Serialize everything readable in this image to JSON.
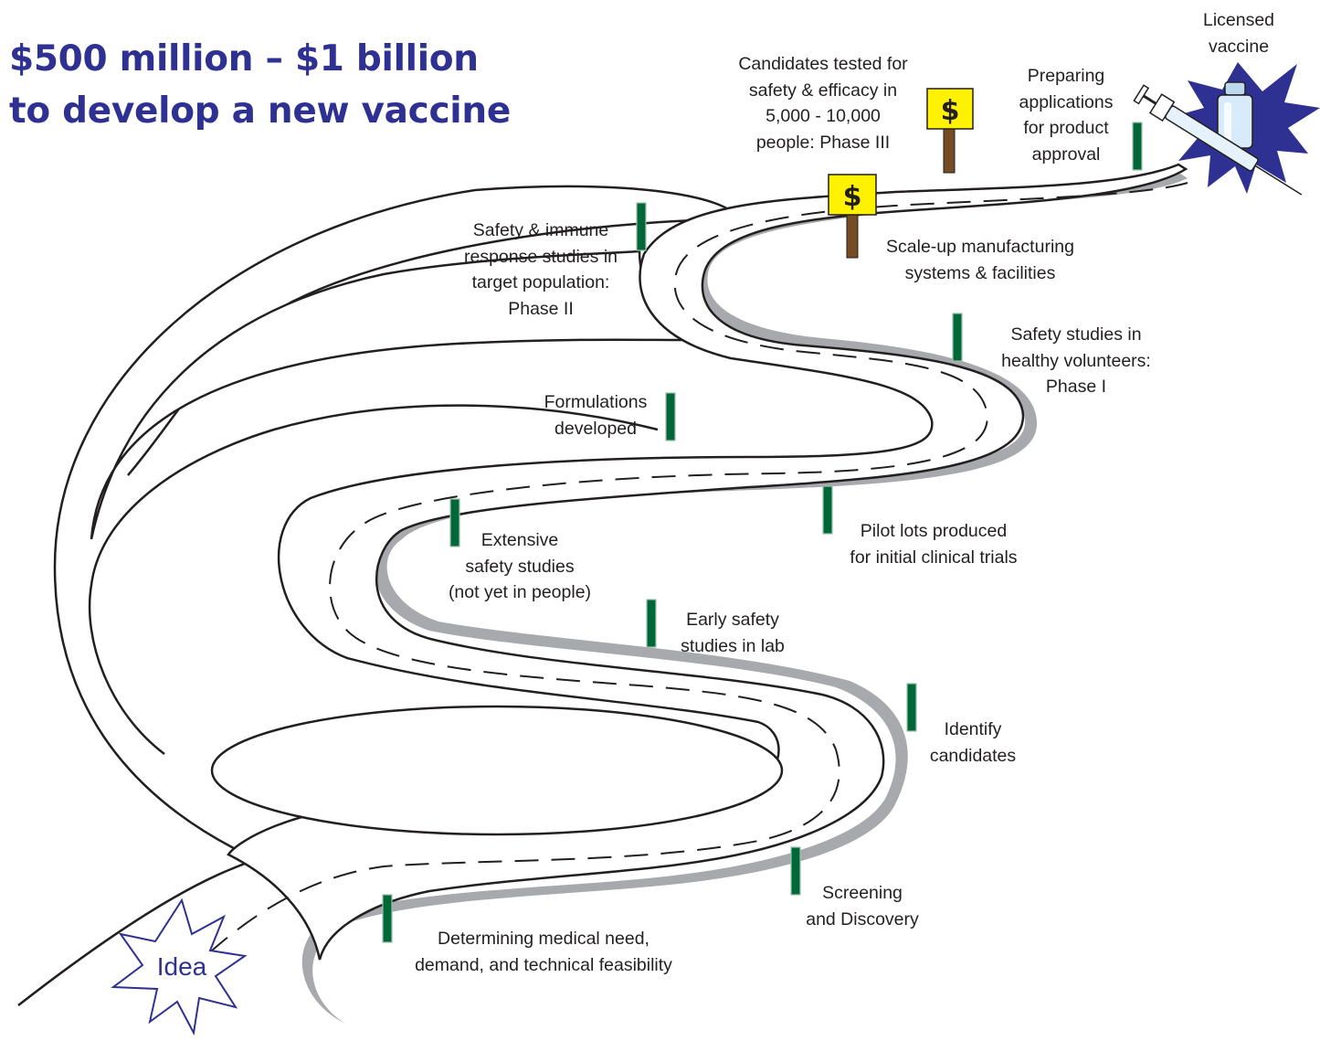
{
  "title": {
    "line1": "$500 million – $1 billion",
    "line2": "to develop a new vaccine"
  },
  "start": {
    "label": "Idea"
  },
  "finish": {
    "label_line1": "Licensed",
    "label_line2": "vaccine"
  },
  "funding_sign": {
    "symbol": "$"
  },
  "milestones": [
    {
      "lines": [
        "Determining medical need,",
        "demand, and technical feasibility"
      ]
    },
    {
      "lines": [
        "Screening",
        "and Discovery"
      ]
    },
    {
      "lines": [
        "Identify",
        "candidates"
      ]
    },
    {
      "lines": [
        "Early safety",
        "studies in lab"
      ]
    },
    {
      "lines": [
        "Extensive",
        "safety studies",
        "(not yet in people)"
      ]
    },
    {
      "lines": [
        "Pilot lots produced",
        "for initial clinical trials"
      ]
    },
    {
      "lines": [
        "Formulations",
        "developed"
      ]
    },
    {
      "lines": [
        "Safety studies in",
        "healthy volunteers:",
        "Phase I"
      ]
    },
    {
      "lines": [
        "Safety  & immune",
        "response studies in",
        "target population:",
        "Phase II"
      ]
    },
    {
      "lines": [
        "Scale-up manufacturing",
        "systems & facilities"
      ]
    },
    {
      "lines": [
        "Candidates tested for",
        "safety & efficacy in",
        "5,000 - 10,000",
        "people:  Phase III"
      ]
    },
    {
      "lines": [
        "Preparing",
        "applications",
        "for product",
        "approval"
      ]
    }
  ],
  "colors": {
    "title": "#2e3192",
    "marker": "#006838",
    "sign": "#fff200",
    "post": "#754c24",
    "star_finish": "#2e3192",
    "road_shadow": "#a7a9ac"
  }
}
